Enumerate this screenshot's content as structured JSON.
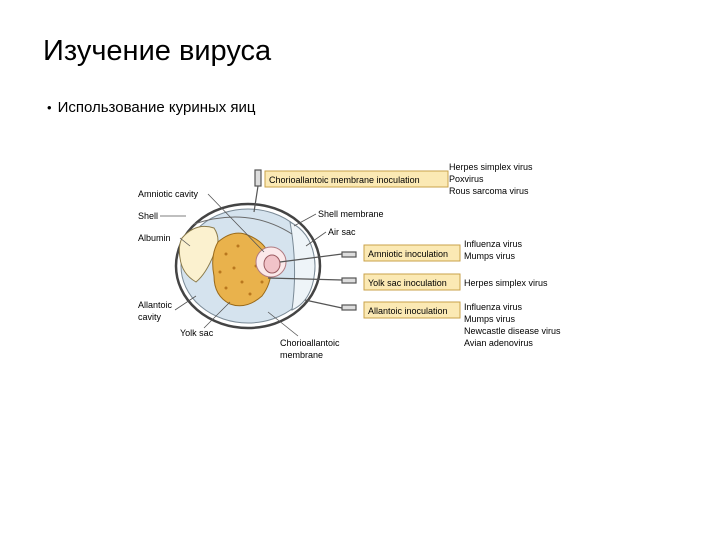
{
  "slide": {
    "title": "Изучение вируса",
    "bullet": "Использование куриных яиц"
  },
  "diagram": {
    "labels": {
      "amniotic_cavity": "Amniotic cavity",
      "shell": "Shell",
      "albumin": "Albumin",
      "allantoic_cavity_line1": "Allantoic",
      "allantoic_cavity_line2": "cavity",
      "yolk_sac": "Yolk sac",
      "chorioallantoic_membrane_line1": "Chorioallantoic",
      "chorioallantoic_membrane_line2": "membrane",
      "shell_membrane": "Shell membrane",
      "air_sac": "Air sac"
    },
    "inoculations": [
      {
        "label": "Chorioallantoic membrane inoculation",
        "viruses": [
          "Herpes simplex virus",
          "Poxvirus",
          "Rous sarcoma virus"
        ]
      },
      {
        "label": "Amniotic inoculation",
        "viruses": [
          "Influenza virus",
          "Mumps virus"
        ]
      },
      {
        "label": "Yolk sac inoculation",
        "viruses": [
          "Herpes simplex virus"
        ]
      },
      {
        "label": "Allantoic inoculation",
        "viruses": [
          "Influenza virus",
          "Mumps virus",
          "Newcastle disease virus",
          "Avian adenovirus"
        ]
      }
    ],
    "colors": {
      "label_box_fill": "#fbe9b4",
      "label_box_stroke": "#c9a24a",
      "yolk": "#e9b24c",
      "albumin": "#fbf1cf",
      "cavity": "#d5e3ee",
      "shell_outline": "#444444",
      "embryo": "#f1c3c8"
    }
  }
}
